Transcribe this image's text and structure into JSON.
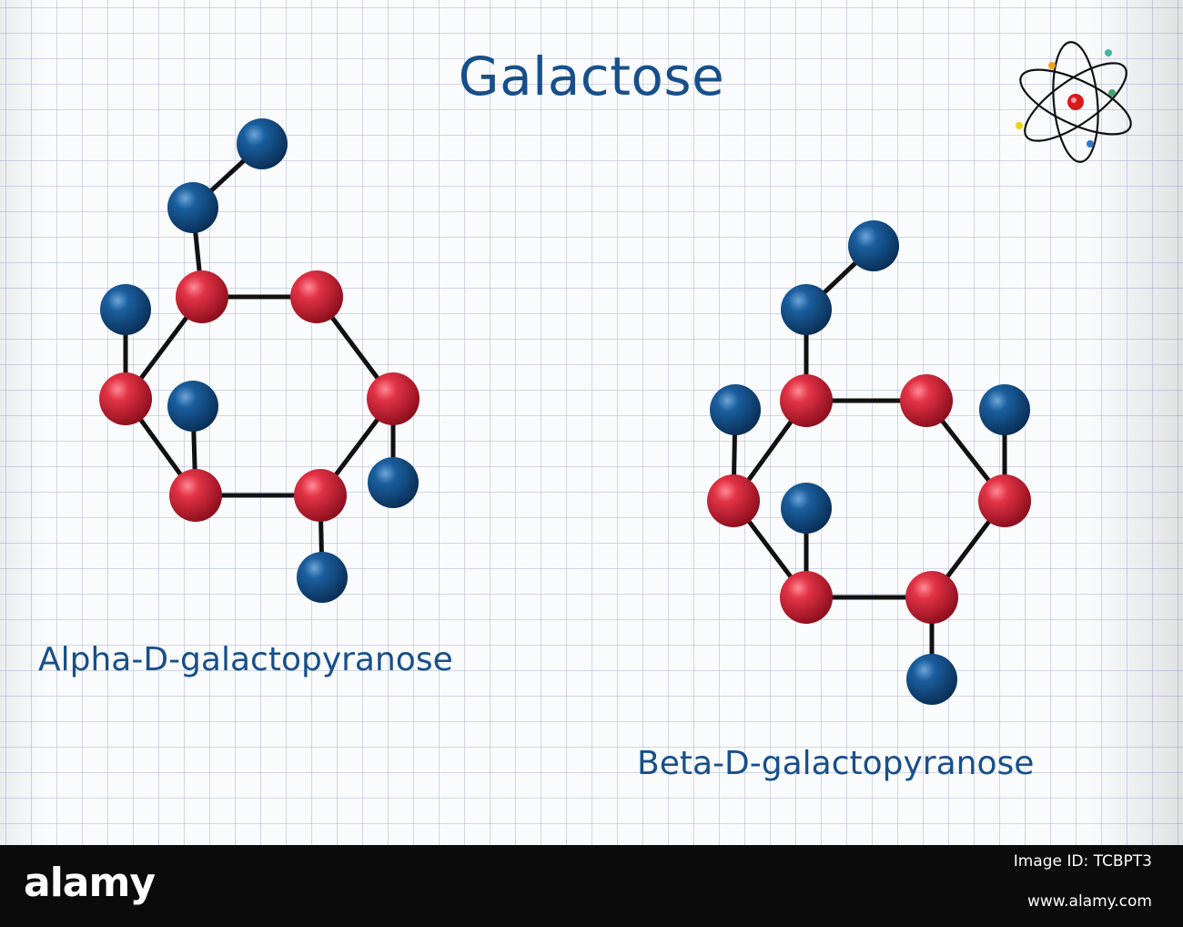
{
  "title": "Galactose",
  "molecules": [
    {
      "name": "Alpha-D-galactopyranose"
    },
    {
      "name": "Beta-D-galactopyranose"
    }
  ],
  "icon": "atom-icon",
  "colors": {
    "title_text": "#174f8a",
    "atom_red": "#d2283c",
    "atom_blue": "#14548f",
    "bond": "#111111",
    "footer_bg": "#0b0b0b"
  },
  "footer": {
    "brand": "alamy",
    "image_id": "Image ID: TCBPT3",
    "site": "www.alamy.com"
  }
}
